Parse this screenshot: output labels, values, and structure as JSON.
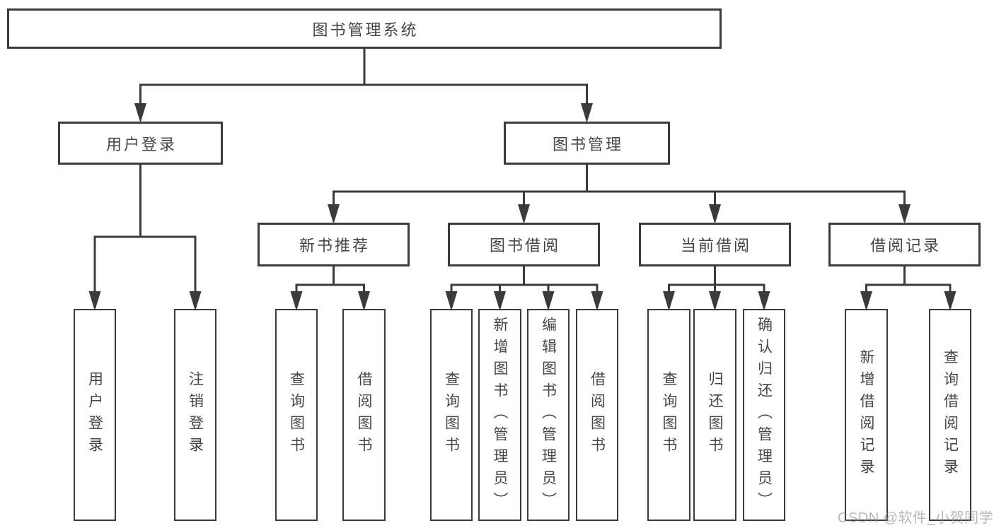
{
  "colors": {
    "line": "#3b3b3b",
    "box_border": "#3b3b3b",
    "box_fill": "#ffffff",
    "text": "#464646",
    "watermark": "#8c8c8c",
    "background": "#ffffff"
  },
  "watermark": {
    "text": "CSDN @软件_小贺同学"
  },
  "nodes": {
    "root": {
      "label": "图书管理系统"
    },
    "user_login": {
      "label": "用户登录"
    },
    "book_management": {
      "label": "图书管理"
    },
    "new_book_recommend": {
      "label": "新书推荐"
    },
    "book_borrowing": {
      "label": "图书借阅"
    },
    "current_borrowing": {
      "label": "当前借阅"
    },
    "borrowing_records": {
      "label": "借阅记录"
    },
    "leaf_user_login": {
      "label": "用户登录"
    },
    "leaf_logout": {
      "label": "注销登录"
    },
    "leaf_query_books_recommend": {
      "label": "查询图书"
    },
    "leaf_borrow_books_recommend": {
      "label": "借阅图书"
    },
    "leaf_query_books_borrowing": {
      "label": "查询图书"
    },
    "leaf_add_books": {
      "label": "新增图书（管理员）"
    },
    "leaf_edit_books": {
      "label": "编辑图书（管理员）"
    },
    "leaf_borrow_books_borrowing": {
      "label": "借阅图书"
    },
    "leaf_query_books_current": {
      "label": "查询图书"
    },
    "leaf_return_books": {
      "label": "归还图书"
    },
    "leaf_confirm_return": {
      "label": "确认归还（管理员）"
    },
    "leaf_add_borrow_record": {
      "label": "新增借阅记录"
    },
    "leaf_query_borrow_record": {
      "label": "查询借阅记录"
    }
  },
  "hierarchy": {
    "图书管理系统": {
      "用户登录": [
        "用户登录",
        "注销登录"
      ],
      "图书管理": {
        "新书推荐": [
          "查询图书",
          "借阅图书"
        ],
        "图书借阅": [
          "查询图书",
          "新增图书（管理员）",
          "编辑图书（管理员）",
          "借阅图书"
        ],
        "当前借阅": [
          "查询图书",
          "归还图书",
          "确认归还（管理员）"
        ],
        "借阅记录": [
          "新增借阅记录",
          "查询借阅记录"
        ]
      }
    }
  }
}
